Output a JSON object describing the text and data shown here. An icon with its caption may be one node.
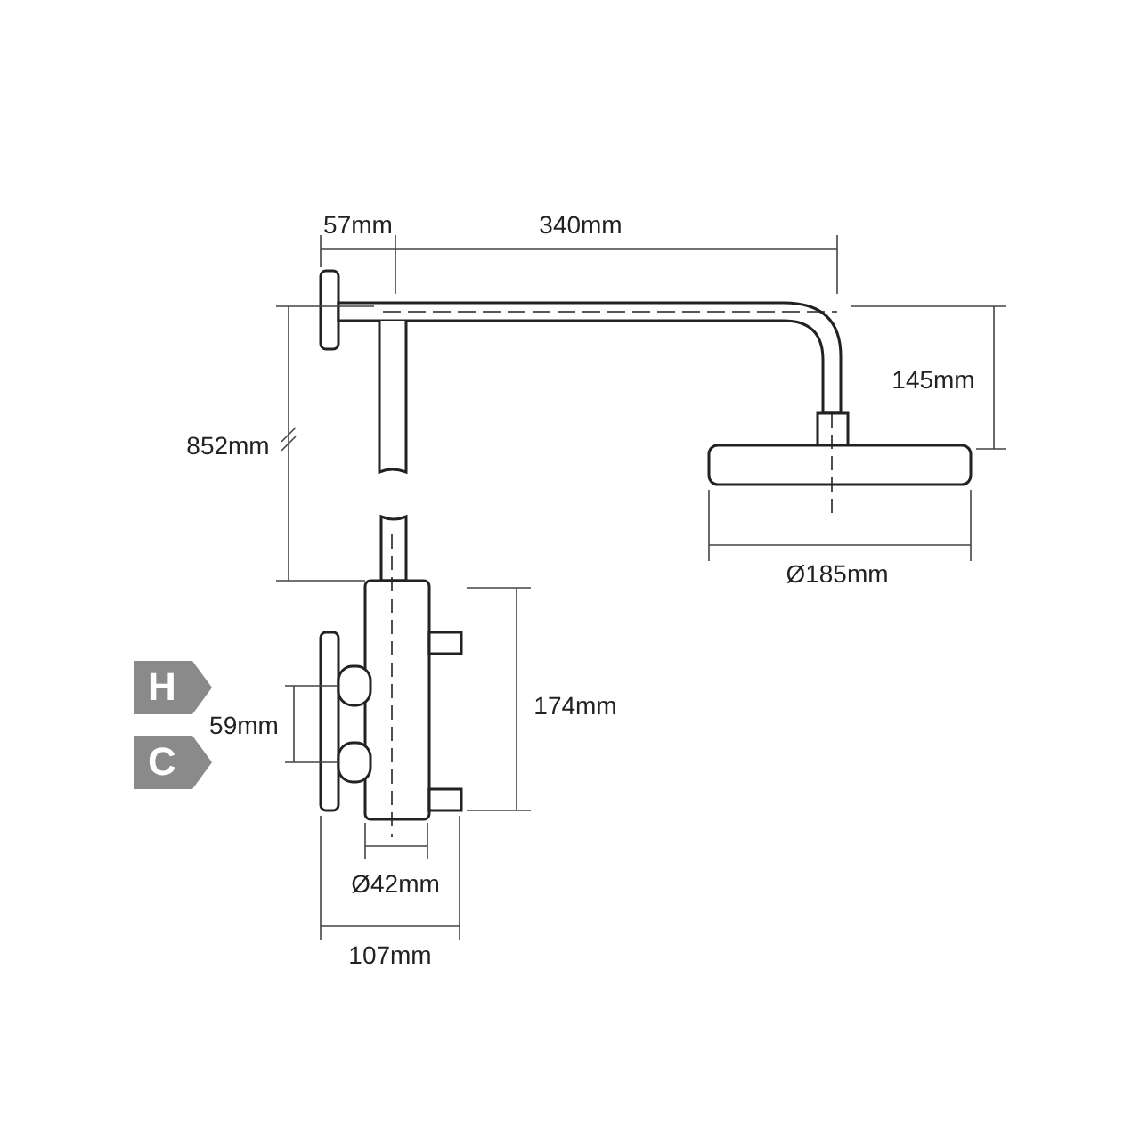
{
  "diagram": {
    "nodes": [
      {
        "text": [
          "H"
        ]
      },
      {
        "text": [
          "C"
        ]
      }
    ],
    "labels": [
      "57mm",
      "340mm",
      "852mm",
      "145mm",
      "Ø185mm",
      "174mm",
      "59mm",
      "Ø42mm",
      "107mm"
    ]
  }
}
